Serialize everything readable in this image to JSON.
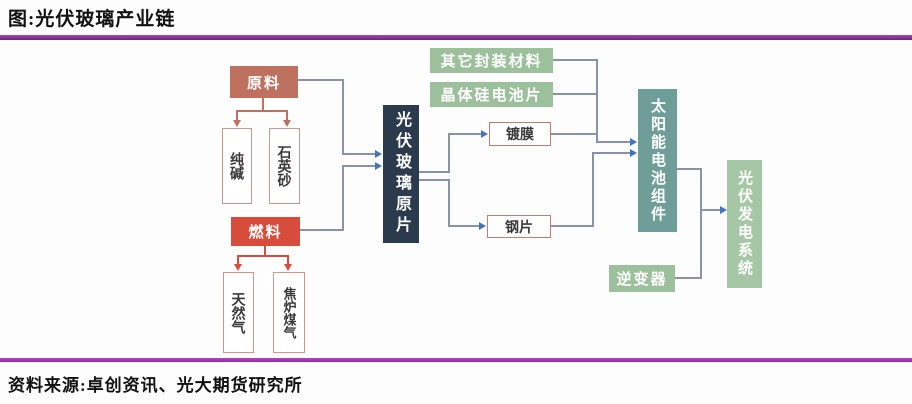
{
  "header": {
    "title": "图:光伏玻璃产业链"
  },
  "footer": {
    "source": "资料来源:卓创资讯、光大期货研究所"
  },
  "nodes": {
    "raw_material": {
      "label": "原料",
      "color": "#bf7160"
    },
    "soda_ash": {
      "label": "纯碱"
    },
    "quartz_sand": {
      "label": "石英砂"
    },
    "fuel": {
      "label": "燃料",
      "color": "#d84c3c"
    },
    "natural_gas": {
      "label": "天然气"
    },
    "coke_oven_gas": {
      "label": "焦炉煤气"
    },
    "pv_glass_sheet": {
      "label": "光伏玻璃原片",
      "color": "#2b3a4c"
    },
    "other_encapsulation": {
      "label": "其它封装材料",
      "color": "#9cbf9c"
    },
    "crystalline_silicon_cell": {
      "label": "晶体硅电池片",
      "color": "#9cbf9c"
    },
    "coating": {
      "label": "镀膜"
    },
    "steel_sheet": {
      "label": "钢片"
    },
    "solar_module": {
      "label": "太阳能电池组件",
      "color": "#6f9e99"
    },
    "inverter": {
      "label": "逆变器",
      "color": "#9cbf9c"
    },
    "pv_power_system": {
      "label": "光伏发电系统",
      "color": "#a6c7a6"
    }
  },
  "style": {
    "accent_purple_top": "#7e2b93",
    "accent_purple_bottom": "#a23aae",
    "connector_gray": "#8992a6",
    "arrow_blue": "#4472c4",
    "branch_salmon": "#c0705f",
    "branch_red": "#d84c3c"
  }
}
